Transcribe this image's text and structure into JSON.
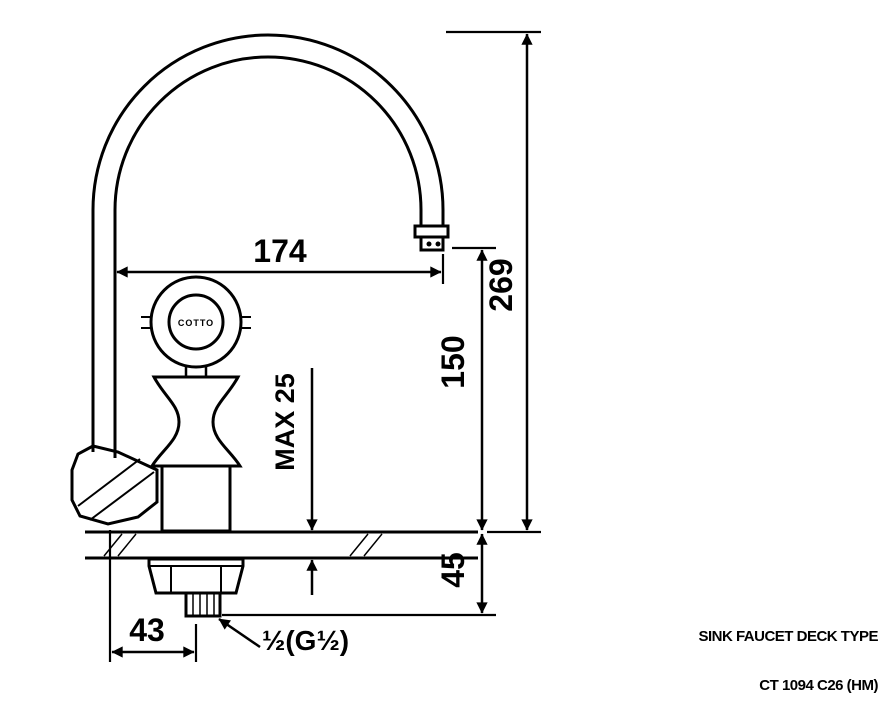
{
  "drawing": {
    "brand_mark": "COTTO",
    "dim_spout_reach": "174",
    "dim_overall_height": "269",
    "dim_spout_height": "150",
    "dim_max_deck": "MAX 25",
    "dim_under_deck": "45",
    "dim_base_offset": "43",
    "thread_callout": "½(G½)"
  },
  "caption": {
    "product_type": "SINK FAUCET DECK TYPE",
    "model_code": "CT 1094 C26 (HM)"
  }
}
